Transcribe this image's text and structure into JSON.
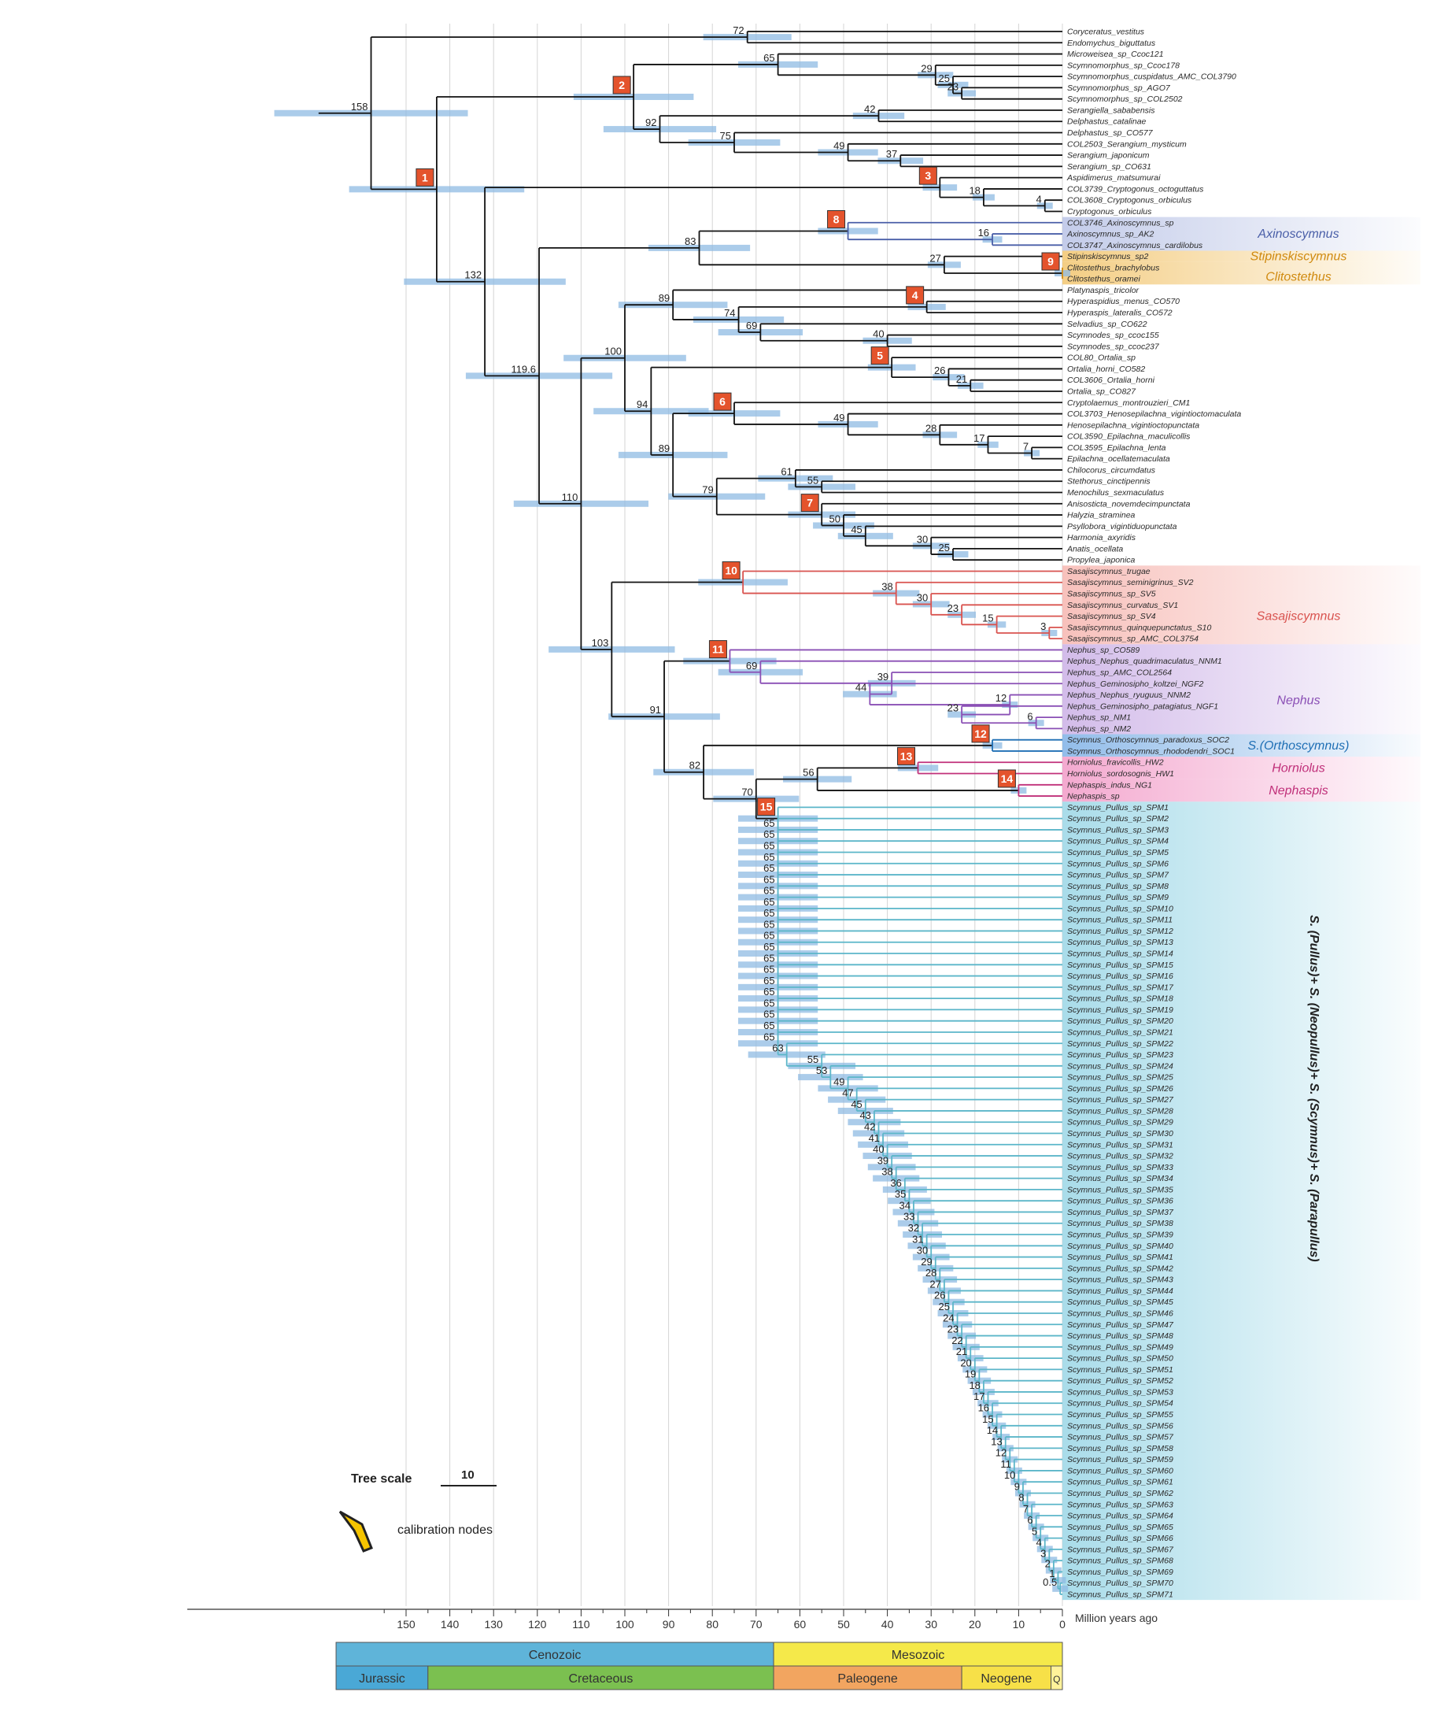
{
  "root_age": "158",
  "clades": [
    {
      "name": "Axinoscymnus",
      "color": "#4a5fa8",
      "band": "#b9c3e6"
    },
    {
      "name": "Stipinskiscymnus",
      "color": "#d08a10",
      "band": "#f2c56e"
    },
    {
      "name": "Clitostethus",
      "color": "#d08a10",
      "band": "#f2c56e"
    },
    {
      "name": "Sasajiscymnus",
      "color": "#d9534f",
      "band": "#f6b6b0"
    },
    {
      "name": "Nephus",
      "color": "#8a4fb5",
      "band": "#cbb0e6"
    },
    {
      "name": "S.(Orthoscymnus)",
      "color": "#1f6fb5",
      "band": "#7fb1e6"
    },
    {
      "name": "Horniolus",
      "color": "#c0307a",
      "band": "#f29ac7"
    },
    {
      "name": "Nephaspis",
      "color": "#c0307a",
      "band": "#f29ac7"
    },
    {
      "name": "S. (Pullus)+ S. (Neopullus)+ S. (Scymnus)+ S. (Parapullus)",
      "color": "#222222",
      "band": "#9ad6e6"
    }
  ],
  "tips": [
    "Coryceratus_vestitus",
    "Endomychus_biguttatus",
    "Microweisea_sp_Ccoc121",
    "Scymnomorphus_sp_Ccoc178",
    "Scymnomorphus_cuspidatus_AMC_COL3790",
    "Scymnomorphus_sp_AGO7",
    "Scymnomorphus_sp_COL2502",
    "Serangiella_sababensis",
    "Delphastus_catalinae",
    "Delphastus_sp_CO577",
    "COL2503_Serangium_mysticum",
    "Serangium_japonicum",
    "Serangium_sp_CO631",
    "Aspidimerus_matsumurai",
    "COL3739_Cryptogonus_octoguttatus",
    "COL3608_Cryptogonus_orbiculus",
    "Cryptogonus_orbiculus",
    "COL3746_Axinoscymnus_sp",
    "Axinoscymnus_sp_AK2",
    "COL3747_Axinoscymnus_cardilobus",
    "Stipinskiscymnus_sp2",
    "Clitostethus_brachylobus",
    "Clitostethus_oramei",
    "Platynaspis_tricolor",
    "Hyperaspidius_menus_CO570",
    "Hyperaspis_lateralis_CO572",
    "Selvadius_sp_CO622",
    "Scymnodes_sp_ccoc155",
    "Scymnodes_sp_ccoc237",
    "COL80_Ortalia_sp",
    "Ortalia_horni_CO582",
    "COL3606_Ortalia_horni",
    "Ortalia_sp_CO827",
    "Cryptolaemus_montrouzieri_CM1",
    "COL3703_Henosepilachna_vigintioctomaculata",
    "Henosepilachna_vigintioctopunctata",
    "COL3590_Epilachna_maculicollis",
    "COL3595_Epilachna_lenta",
    "Epilachna_ocellatemaculata",
    "Chilocorus_circumdatus",
    "Stethorus_cinctipennis",
    "Menochilus_sexmaculatus",
    "Anisosticta_novemdecimpunctata",
    "Halyzia_straminea",
    "Psyllobora_vigintiduopunctata",
    "Harmonia_axyridis",
    "Anatis_ocellata",
    "Propylea_japonica",
    "Sasajiscymnus_trugae",
    "Sasajiscymnus_seminigrinus_SV2",
    "Sasajiscymnus_sp_SV5",
    "Sasajiscymnus_curvatus_SV1",
    "Sasajiscymnus_sp_SV4",
    "Sasajiscymnus_quinquepunctatus_S10",
    "Sasajiscymnus_sp_AMC_COL3754",
    "Nephus_sp_CO589",
    "Nephus_Nephus_quadrimaculatus_NNM1",
    "Nephus_sp_AMC_COL2564",
    "Nephus_Geminosipho_koltzei_NGF2",
    "Nephus_Nephus_ryuguus_NNM2",
    "Nephus_Geminosipho_patagiatus_NGF1",
    "Nephus_sp_NM1",
    "Nephus_sp_NM2",
    "Scymnus_Orthoscymnus_paradoxus_SOC2",
    "Scymnus_Orthoscymnus_rhododendri_SOC1",
    "Horniolus_fravicollis_HW2",
    "Horniolus_sordosognis_HW1",
    "Nephaspis_indus_NG1",
    "Nephaspis_sp"
  ],
  "pullus_tip_count": 71,
  "pullus_tip_prefix": "Scymnus_Pullus_sp_SPM",
  "cal_nodes": [
    "1",
    "2",
    "3",
    "4",
    "5",
    "6",
    "7",
    "8",
    "9",
    "10",
    "11",
    "12",
    "13",
    "14",
    "15"
  ],
  "axis": {
    "ticks": [
      "150",
      "140",
      "130",
      "120",
      "110",
      "100",
      "90",
      "80",
      "70",
      "60",
      "50",
      "40",
      "30",
      "20",
      "10",
      "0"
    ],
    "label": "Million years ago"
  },
  "timescale": {
    "eras": [
      {
        "label": "Cenozoic",
        "color": "#5fb4d9"
      },
      {
        "label": "Mesozoic",
        "color": "#f5e94a"
      }
    ],
    "periods": [
      {
        "label": "Jurassic",
        "color": "#4aa8d6"
      },
      {
        "label": "Cretaceous",
        "color": "#7bc050"
      },
      {
        "label": "Paleogene",
        "color": "#f2a560"
      },
      {
        "label": "Neogene",
        "color": "#f7e048"
      },
      {
        "label": "Q",
        "color": "#fff29a"
      }
    ]
  },
  "legend": {
    "tree_scale_label": "Tree scale",
    "tree_scale_value": "10",
    "calibration_label": "calibration nodes"
  }
}
